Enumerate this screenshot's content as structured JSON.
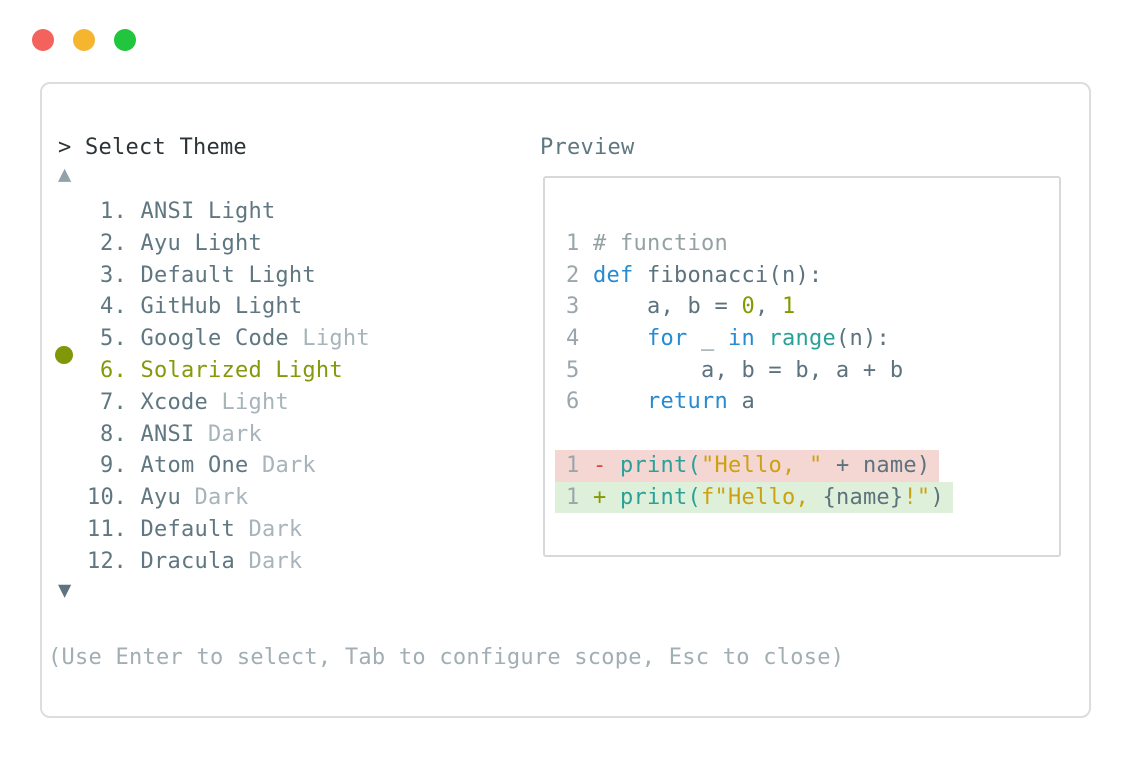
{
  "window": {
    "traffic_lights": [
      {
        "name": "close",
        "color": "#f4625d"
      },
      {
        "name": "minimize",
        "color": "#f5b52e"
      },
      {
        "name": "maximize",
        "color": "#22c53e"
      }
    ]
  },
  "dialog": {
    "prompt": "> Select Theme",
    "scroll_up": "▲",
    "scroll_down": "▼",
    "selected_bullet": "●",
    "help": "(Use Enter to select, Tab to configure scope, Esc to close)",
    "themes": [
      {
        "number": "1",
        "name": "ANSI Light",
        "dim": "",
        "selected": false
      },
      {
        "number": "2",
        "name": "Ayu Light",
        "dim": "",
        "selected": false
      },
      {
        "number": "3",
        "name": "Default Light",
        "dim": "",
        "selected": false
      },
      {
        "number": "4",
        "name": "GitHub Light",
        "dim": "",
        "selected": false
      },
      {
        "number": "5",
        "name": "Google Code",
        "dim": "Light",
        "selected": false
      },
      {
        "number": "6",
        "name": "Solarized Light",
        "dim": "",
        "selected": true
      },
      {
        "number": "7",
        "name": "Xcode",
        "dim": "Light",
        "selected": false
      },
      {
        "number": "8",
        "name": "ANSI",
        "dim": "Dark",
        "selected": false
      },
      {
        "number": "9",
        "name": "Atom One",
        "dim": "Dark",
        "selected": false
      },
      {
        "number": "10",
        "name": "Ayu",
        "dim": "Dark",
        "selected": false
      },
      {
        "number": "11",
        "name": "Default",
        "dim": "Dark",
        "selected": false
      },
      {
        "number": "12",
        "name": "Dracula",
        "dim": "Dark",
        "selected": false
      }
    ]
  },
  "preview": {
    "label": "Preview",
    "code": [
      {
        "num": "1",
        "diff": "",
        "segs": [
          [
            "# function",
            "cmt"
          ]
        ]
      },
      {
        "num": "2",
        "diff": "",
        "segs": [
          [
            "def",
            "kw"
          ],
          [
            " fibonacci(n):",
            "txt"
          ]
        ]
      },
      {
        "num": "3",
        "diff": "",
        "segs": [
          [
            "    a, b = ",
            "txt"
          ],
          [
            "0",
            "lit"
          ],
          [
            ", ",
            "txt"
          ],
          [
            "1",
            "lit"
          ]
        ]
      },
      {
        "num": "4",
        "diff": "",
        "segs": [
          [
            "    ",
            "txt"
          ],
          [
            "for",
            "kw"
          ],
          [
            " _ ",
            "txt"
          ],
          [
            "in",
            "kw"
          ],
          [
            " ",
            "txt"
          ],
          [
            "range",
            "call"
          ],
          [
            "(n):",
            "txt"
          ]
        ]
      },
      {
        "num": "5",
        "diff": "",
        "segs": [
          [
            "        a, b = b, a + b",
            "txt"
          ]
        ]
      },
      {
        "num": "6",
        "diff": "",
        "segs": [
          [
            "    ",
            "txt"
          ],
          [
            "return",
            "kw"
          ],
          [
            " a",
            "txt"
          ]
        ]
      },
      {
        "num": "",
        "diff": "",
        "segs": []
      },
      {
        "num": "1",
        "diff": "removed",
        "segs": [
          [
            "- ",
            "minus"
          ],
          [
            "print(",
            "call"
          ],
          [
            "\"Hello, \"",
            "str"
          ],
          [
            " + name)",
            "txt"
          ]
        ]
      },
      {
        "num": "1",
        "diff": "added",
        "segs": [
          [
            "+ ",
            "plus"
          ],
          [
            "print(",
            "call"
          ],
          [
            "f\"Hello, ",
            "str"
          ],
          [
            "{name}",
            "txt"
          ],
          [
            "!\"",
            "str"
          ],
          [
            ")",
            "txt"
          ]
        ]
      }
    ]
  },
  "colors": {
    "selected_accent": "#85990a",
    "list_text": "#5f7780",
    "list_dim": "#a7b4ba",
    "prompt_text": "#2c3337",
    "help_text": "#a1aeb4",
    "diff_removed_bg": "#f4d7d3",
    "diff_added_bg": "#def0d9",
    "keyword": "#268bd2",
    "function_call": "#2aa198",
    "string": "#cda10f",
    "number_literal": "#859900",
    "comment": "#95a2a3",
    "minus": "#e0473f",
    "traffic_red": "#f4625d",
    "traffic_yellow": "#f5b52e",
    "traffic_green": "#22c53e"
  }
}
